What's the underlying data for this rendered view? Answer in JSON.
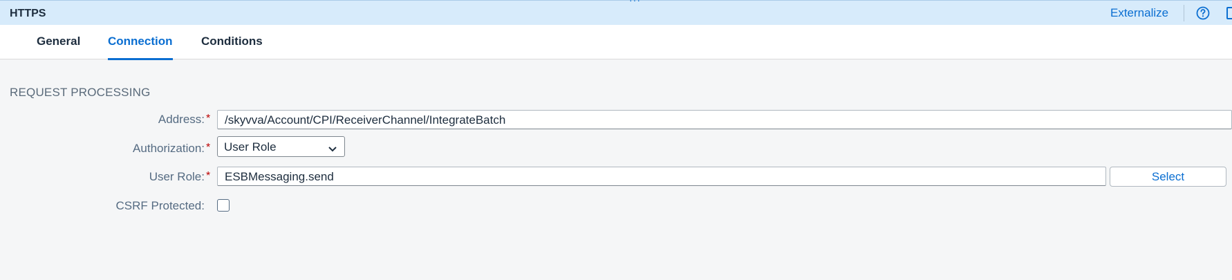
{
  "header": {
    "title": "HTTPS",
    "externalize_label": "Externalize",
    "icons": [
      "drag-grip-icon",
      "help-icon",
      "panel-icon"
    ],
    "accent": "#0a6ed1"
  },
  "tabs": [
    {
      "label": "General",
      "active": false
    },
    {
      "label": "Connection",
      "active": true
    },
    {
      "label": "Conditions",
      "active": false
    }
  ],
  "section": {
    "title": "REQUEST PROCESSING"
  },
  "form": {
    "address": {
      "label": "Address:",
      "required": "*",
      "value": "/skyvva/Account/CPI/ReceiverChannel/IntegrateBatch"
    },
    "authorization": {
      "label": "Authorization:",
      "required": "*",
      "selected": "User Role"
    },
    "user_role": {
      "label": "User Role:",
      "required": "*",
      "value": "ESBMessaging.send",
      "button_label": "Select"
    },
    "csrf": {
      "label": "CSRF Protected:",
      "checked": false
    }
  }
}
